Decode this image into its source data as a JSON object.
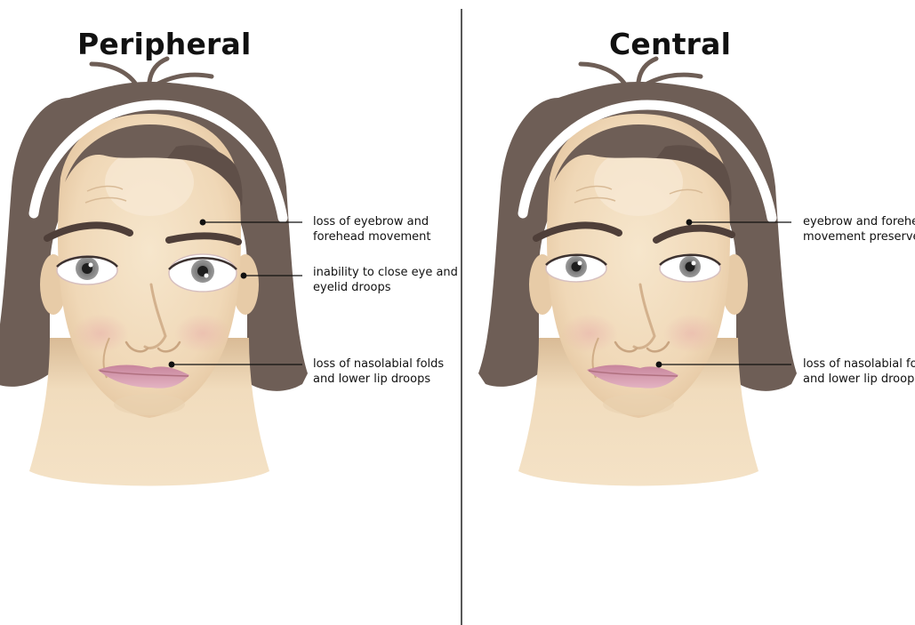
{
  "panels": [
    {
      "title": "Peripheral",
      "annotations": [
        {
          "lines": [
            "loss of eyebrow and",
            "forehead movement"
          ]
        },
        {
          "lines": [
            "inability to close eye and",
            "eyelid droops"
          ]
        },
        {
          "lines": [
            "loss of nasolabial folds",
            "and lower lip droops"
          ]
        }
      ]
    },
    {
      "title": "Central",
      "annotations": [
        {
          "lines": [
            "eyebrow and forehead",
            "movement preserved"
          ]
        },
        {
          "lines": [
            "loss of nasolabial folds",
            "and lower lip droops"
          ]
        }
      ]
    }
  ],
  "colors": {
    "hair": "#6e5e56",
    "skin": "#f2dcbe",
    "skin_shadow": "#e2c6a2",
    "lips": "#d99aae",
    "brow": "#4f3f39",
    "divider": "#222222"
  }
}
